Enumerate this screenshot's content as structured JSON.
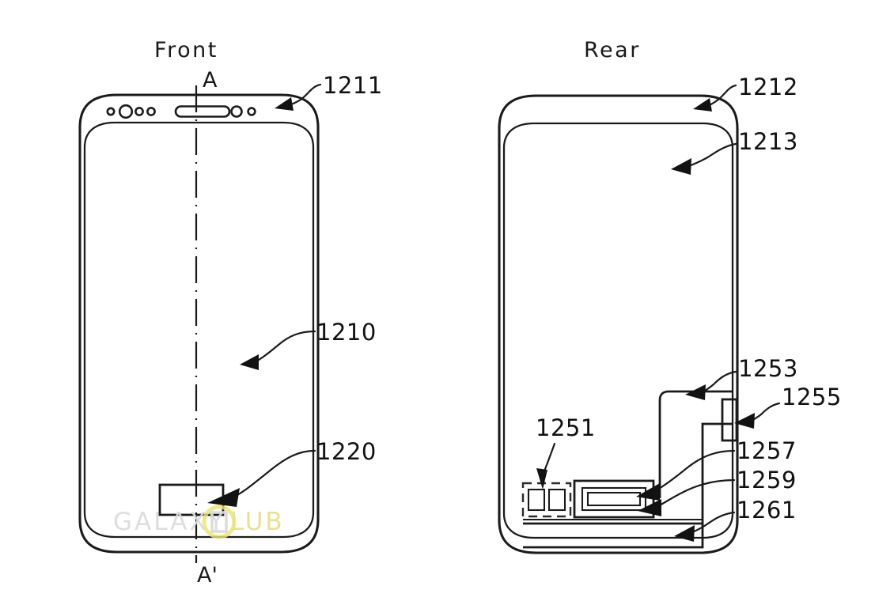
{
  "figure": {
    "type": "patent-drawing",
    "background_color": "#ffffff",
    "line_color": "#1b1b1b",
    "views": [
      {
        "id": "front",
        "title": "Front"
      },
      {
        "id": "rear",
        "title": "Rear"
      }
    ]
  },
  "front_view": {
    "title": "Front",
    "section_line": {
      "top_label": "A",
      "bottom_label": "A'",
      "style": "dash-dot centerline"
    },
    "reference_numbers": [
      {
        "id": "1211",
        "label": "1211",
        "target": "top bezel / earpiece region"
      },
      {
        "id": "1210",
        "label": "1210",
        "target": "display screen area"
      },
      {
        "id": "1220",
        "label": "1220",
        "target": "home key / fingerprint sensor"
      }
    ],
    "sensors": [
      {
        "name": "small-sensor-dot",
        "shape": "circle"
      },
      {
        "name": "front-camera",
        "shape": "circle-large"
      },
      {
        "name": "proximity-sensor",
        "shape": "circle"
      },
      {
        "name": "light-sensor",
        "shape": "circle"
      },
      {
        "name": "earpiece-speaker",
        "shape": "rounded-slot"
      },
      {
        "name": "iris-scanner",
        "shape": "circle"
      },
      {
        "name": "led-indicator",
        "shape": "circle-small"
      }
    ]
  },
  "rear_view": {
    "title": "Rear",
    "reference_numbers": [
      {
        "id": "1212",
        "label": "1212",
        "target": "rear top bezel edge"
      },
      {
        "id": "1213",
        "label": "1213",
        "target": "rear housing / back cover"
      },
      {
        "id": "1251",
        "label": "1251",
        "target": "dual component module"
      },
      {
        "id": "1253",
        "label": "1253",
        "target": "bracket / connector frame"
      },
      {
        "id": "1255",
        "label": "1255",
        "target": "side key protrusion"
      },
      {
        "id": "1257",
        "label": "1257",
        "target": "inner antenna element"
      },
      {
        "id": "1259",
        "label": "1259",
        "target": "antenna carrier frame"
      },
      {
        "id": "1261",
        "label": "1261",
        "target": "bottom bar / lower antenna"
      }
    ]
  },
  "watermark": {
    "text_primary": "GALAXY",
    "text_secondary": "LUB",
    "color_primary": "#dcdcdc",
    "color_secondary": "#e9e08a"
  }
}
